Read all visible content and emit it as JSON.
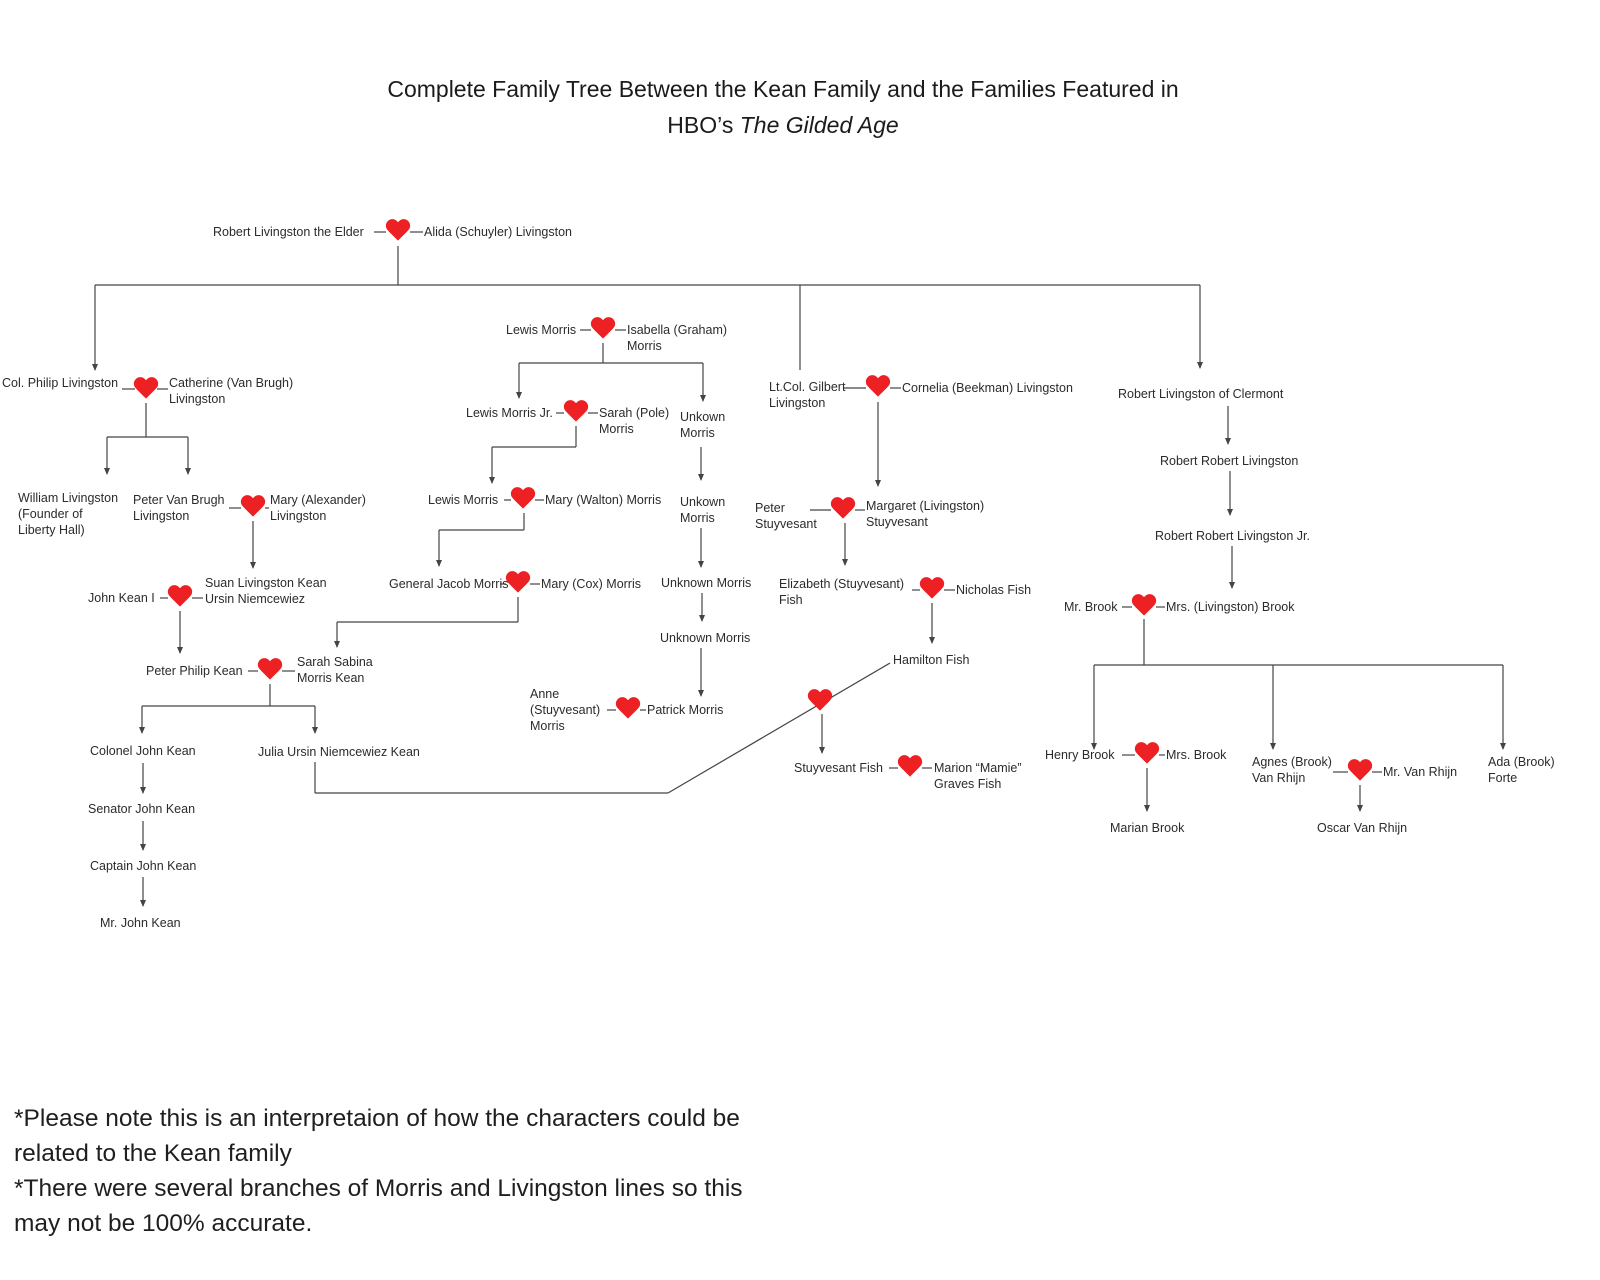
{
  "title": {
    "line1": "Complete Family Tree Between the Kean Family and the Families Featured in",
    "line2_prefix": "HBO’s ",
    "line2_italic": "The Gilded Age"
  },
  "people": {
    "robert_livingston_elder": "Robert Livingston the Elder",
    "alida": "Alida (Schuyler) Livingston",
    "philip": "Col. Philip Livingston",
    "catherine": "Catherine (Van Brugh)\nLivingston",
    "william": "William Livingston\n(Founder of\nLiberty Hall)",
    "peter_van_brugh": "Peter Van Brugh\nLivingston",
    "mary_alexander": "Mary (Alexander)\nLivingston",
    "suan": "Suan Livingston Kean\nUrsin Niemcewiez",
    "john_kean_i": "John Kean I",
    "peter_philip_kean": "Peter Philip Kean",
    "sarah_sabina": "Sarah Sabina\nMorris Kean",
    "colonel_john_kean": "Colonel John Kean",
    "julia": "Julia Ursin Niemcewiez Kean",
    "senator_john_kean": "Senator John Kean",
    "captain_john_kean": "Captain John Kean",
    "mr_john_kean": "Mr. John Kean",
    "lewis_morris": "Lewis Morris",
    "isabella": "Isabella (Graham)\nMorris",
    "lewis_morris_jr": "Lewis Morris Jr.",
    "sarah_pole": "Sarah (Pole)\nMorris",
    "unkown_morris_1": "Unkown\nMorris",
    "lewis_morris_3": "Lewis Morris",
    "mary_walton": "Mary (Walton) Morris",
    "unkown_morris_2": "Unkown\nMorris",
    "general_jacob": "General Jacob Morris",
    "mary_cox": "Mary (Cox) Morris",
    "unknown_morris_3": "Unknown Morris",
    "unknown_morris_4": "Unknown Morris",
    "anne_stuyvesant": "Anne\n(Stuyvesant)\nMorris",
    "patrick_morris": "Patrick Morris",
    "gilbert": "Lt.Col. Gilbert\nLivingston",
    "cornelia": "Cornelia (Beekman) Livingston",
    "peter_stuyvesant": "Peter\nStuyvesant",
    "margaret": "Margaret (Livingston)\nStuyvesant",
    "elizabeth": "Elizabeth (Stuyvesant)\nFish",
    "nicholas_fish": "Nicholas Fish",
    "hamilton_fish": "Hamilton Fish",
    "stuyvesant_fish": "Stuyvesant Fish",
    "marion": "Marion “Mamie”\nGraves Fish",
    "clermont": "Robert Livingston of Clermont",
    "robert_robert": "Robert Robert Livingston",
    "robert_robert_jr": "Robert Robert Livingston Jr.",
    "mr_brook": "Mr. Brook",
    "mrs_livingston_brook": "Mrs. (Livingston) Brook",
    "henry_brook": "Henry Brook",
    "mrs_brook": "Mrs. Brook",
    "marian_brook": "Marian Brook",
    "agnes": "Agnes (Brook)\nVan Rhijn",
    "mr_van_rhijn": "Mr. Van Rhijn",
    "oscar": "Oscar Van Rhijn",
    "ada": "Ada (Brook)\nForte"
  },
  "footnotes": {
    "note1": "*Please note this is an interpretaion of how the characters could be\nrelated to the Kean family",
    "note2": "*There were several branches of Morris and Livingston lines so this\nmay not be 100% accurate."
  },
  "icons": {
    "heart-icon": "❤"
  },
  "colors": {
    "heart": "#ED2024",
    "line": "#444444",
    "text": "#2B2B2B",
    "background": "#FFFFFF"
  }
}
